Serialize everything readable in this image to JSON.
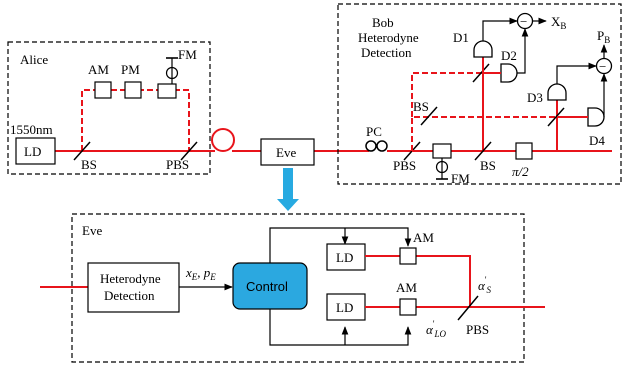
{
  "colors": {
    "beam": "#e8141b",
    "control_fill": "#2ba8e0",
    "arrow_fill": "#27aae1",
    "frame": "#000000"
  },
  "alice": {
    "title": "Alice",
    "source_label": "1550nm",
    "ld": "LD",
    "am": "AM",
    "pm": "PM",
    "fm": "FM",
    "bs": "BS",
    "pbs": "PBS"
  },
  "link": {
    "eve_box": "Eve"
  },
  "bob": {
    "title_line1": "Bob",
    "title_line2": "Heterodyne",
    "title_line3": "Detection",
    "pc": "PC",
    "pbs": "PBS",
    "bs_upper": "BS",
    "bs_lower": "BS",
    "fm": "FM",
    "phase": "π/2",
    "d1": "D1",
    "d2": "D2",
    "d3": "D3",
    "d4": "D4",
    "minus1": "−",
    "minus2": "−",
    "xb_main": "X",
    "xb_sub": "B",
    "pb_main": "P",
    "pb_sub": "B"
  },
  "eve_detail": {
    "title": "Eve",
    "heterodyne_line1": "Heterodyne",
    "heterodyne_line2": "Detection",
    "meas_x": "x",
    "meas_x_sub": "E",
    "meas_sep": ", ",
    "meas_p": "p",
    "meas_p_sub": "E",
    "control": "Control",
    "ld_top": "LD",
    "ld_bottom": "LD",
    "am_top": "AM",
    "am_bottom": "AM",
    "alpha_s": "α",
    "alpha_s_prime": "'",
    "alpha_s_sub": "S",
    "alpha_lo": "α",
    "alpha_lo_prime": "'",
    "alpha_lo_sub": "LO",
    "pbs": "PBS"
  }
}
